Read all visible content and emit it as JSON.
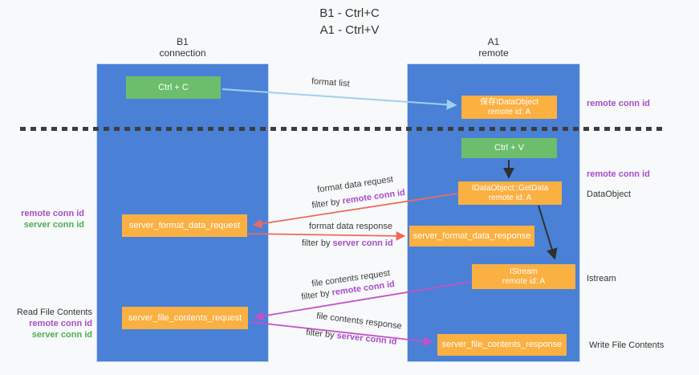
{
  "title": {
    "line1": "B1 - Ctrl+C",
    "line2": "A1 - Ctrl+V"
  },
  "lanes": {
    "b1": {
      "name": "B1",
      "role": "connection"
    },
    "a1": {
      "name": "A1",
      "role": "remote"
    }
  },
  "nodes": {
    "ctrl_c": {
      "label": "Ctrl + C"
    },
    "save_idataobject": {
      "line1": "保存IDataObject",
      "line2": "remote id: A"
    },
    "ctrl_v": {
      "label": "Ctrl + V"
    },
    "getdata": {
      "line1": "IDataObject::GetData",
      "line2": "remote id: A"
    },
    "server_format_data_request": {
      "label": "server_format_data_request"
    },
    "server_format_data_response": {
      "label": "server_format_data_response"
    },
    "istream": {
      "line1": "IStream",
      "line2": "remote id: A"
    },
    "server_file_contents_request": {
      "label": "server_file_contents_request"
    },
    "server_file_contents_response": {
      "label": "server_file_contents_response"
    }
  },
  "edge_labels": {
    "format_list": "format list",
    "format_data_request": "format data request",
    "format_data_response": "format data response",
    "file_contents_request": "file contents request",
    "file_contents_response": "file contents response",
    "filter_by_prefix": "filter by ",
    "remote_conn_id": "remote conn id",
    "server_conn_id": "server conn id"
  },
  "side_labels": {
    "right_remote_conn_id_1": "remote conn id",
    "right_remote_conn_id_2": "remote conn id",
    "dataobject": "DataObject",
    "istream": "Istream",
    "write_file_contents": "Write File Contents",
    "left_remote_conn_id_1": "remote conn id",
    "left_server_conn_id_1": "server conn id",
    "read_file_contents": "Read File Contents",
    "left_remote_conn_id_2": "remote conn id",
    "left_server_conn_id_2": "server conn id"
  },
  "colors": {
    "lane_blue": "#4a81d6",
    "node_orange": "#fbb042",
    "node_green": "#6dbe6c",
    "arrow_light_blue": "#9fd0f0",
    "arrow_red": "#ed6a5e",
    "arrow_magenta": "#c650c8",
    "arrow_black": "#2f2f2f",
    "text_purple": "#a64dc9",
    "text_green": "#4caf50",
    "background": "#f8f9fa"
  }
}
